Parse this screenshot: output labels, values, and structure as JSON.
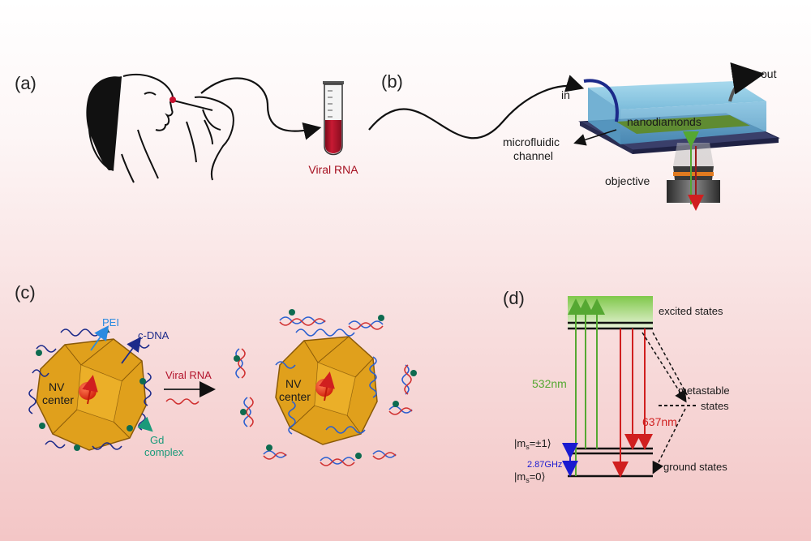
{
  "panels": {
    "a": {
      "letter": "(a)",
      "tube_label": "Viral RNA"
    },
    "b": {
      "letter": "(b)",
      "in_label": "in",
      "out_label": "out",
      "nanodiamonds_label": "nanodiamonds",
      "channel_label_line1": "microfluidic",
      "channel_label_line2": "channel",
      "objective_label": "objective"
    },
    "c": {
      "letter": "(c)",
      "pei_label": "PEI",
      "cdna_label": "c-DNA",
      "nv_label_line1": "NV",
      "nv_label_line2": "center",
      "gd_label_line1": "Gd",
      "gd_label_line2": "complex",
      "arrow_label": "Viral RNA",
      "nv2_label_line1": "NV",
      "nv2_label_line2": "center"
    },
    "d": {
      "letter": "(d)",
      "excited": "excited states",
      "metastable_line1": "metastable",
      "metastable_line2": "states",
      "ground": "ground states",
      "green_wavelength": "532nm",
      "red_wavelength": "637nm",
      "ms_pm1": "|m",
      "ms_pm1_sub": "s",
      "ms_pm1_rest": "=±1⟩",
      "ms_0": "|m",
      "ms_0_sub": "s",
      "ms_0_rest": "=0⟩",
      "zfs": "2.87GHz"
    }
  },
  "colors": {
    "blood": "#b3132b",
    "green": "#55a832",
    "red": "#d01f1f",
    "blue": "#1a1ad0",
    "teal": "#1a9a7a",
    "gold": "#e0a01c",
    "dna_blue": "#2a5fd0",
    "dna_red": "#d03030"
  }
}
